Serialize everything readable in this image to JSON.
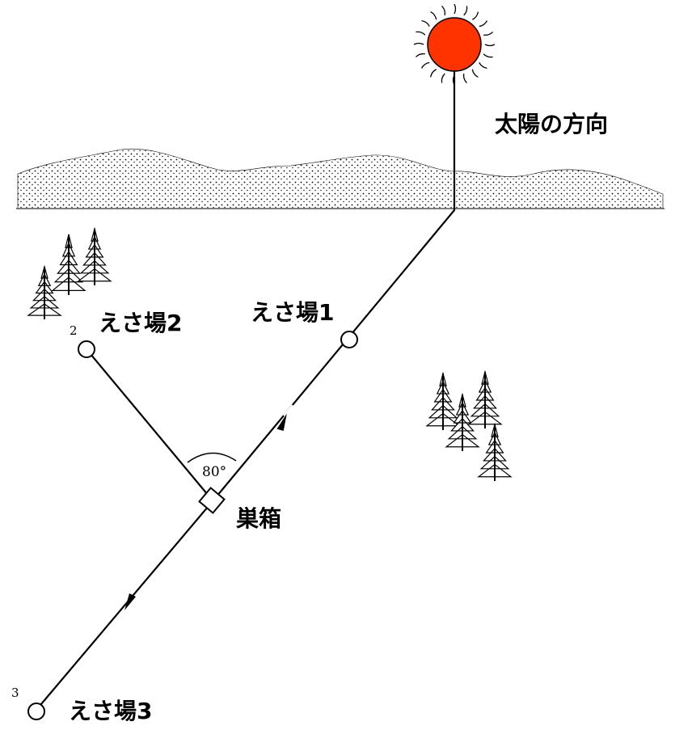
{
  "labels": {
    "sun_direction": "太陽の方向",
    "food1": "えさ場1",
    "food2": "えさ場2",
    "food3": "えさ場3",
    "nest": "巣箱",
    "angle": "80°",
    "marker2": "2",
    "marker3": "3"
  },
  "colors": {
    "sun": "#ff3300",
    "ink": "#000000"
  }
}
